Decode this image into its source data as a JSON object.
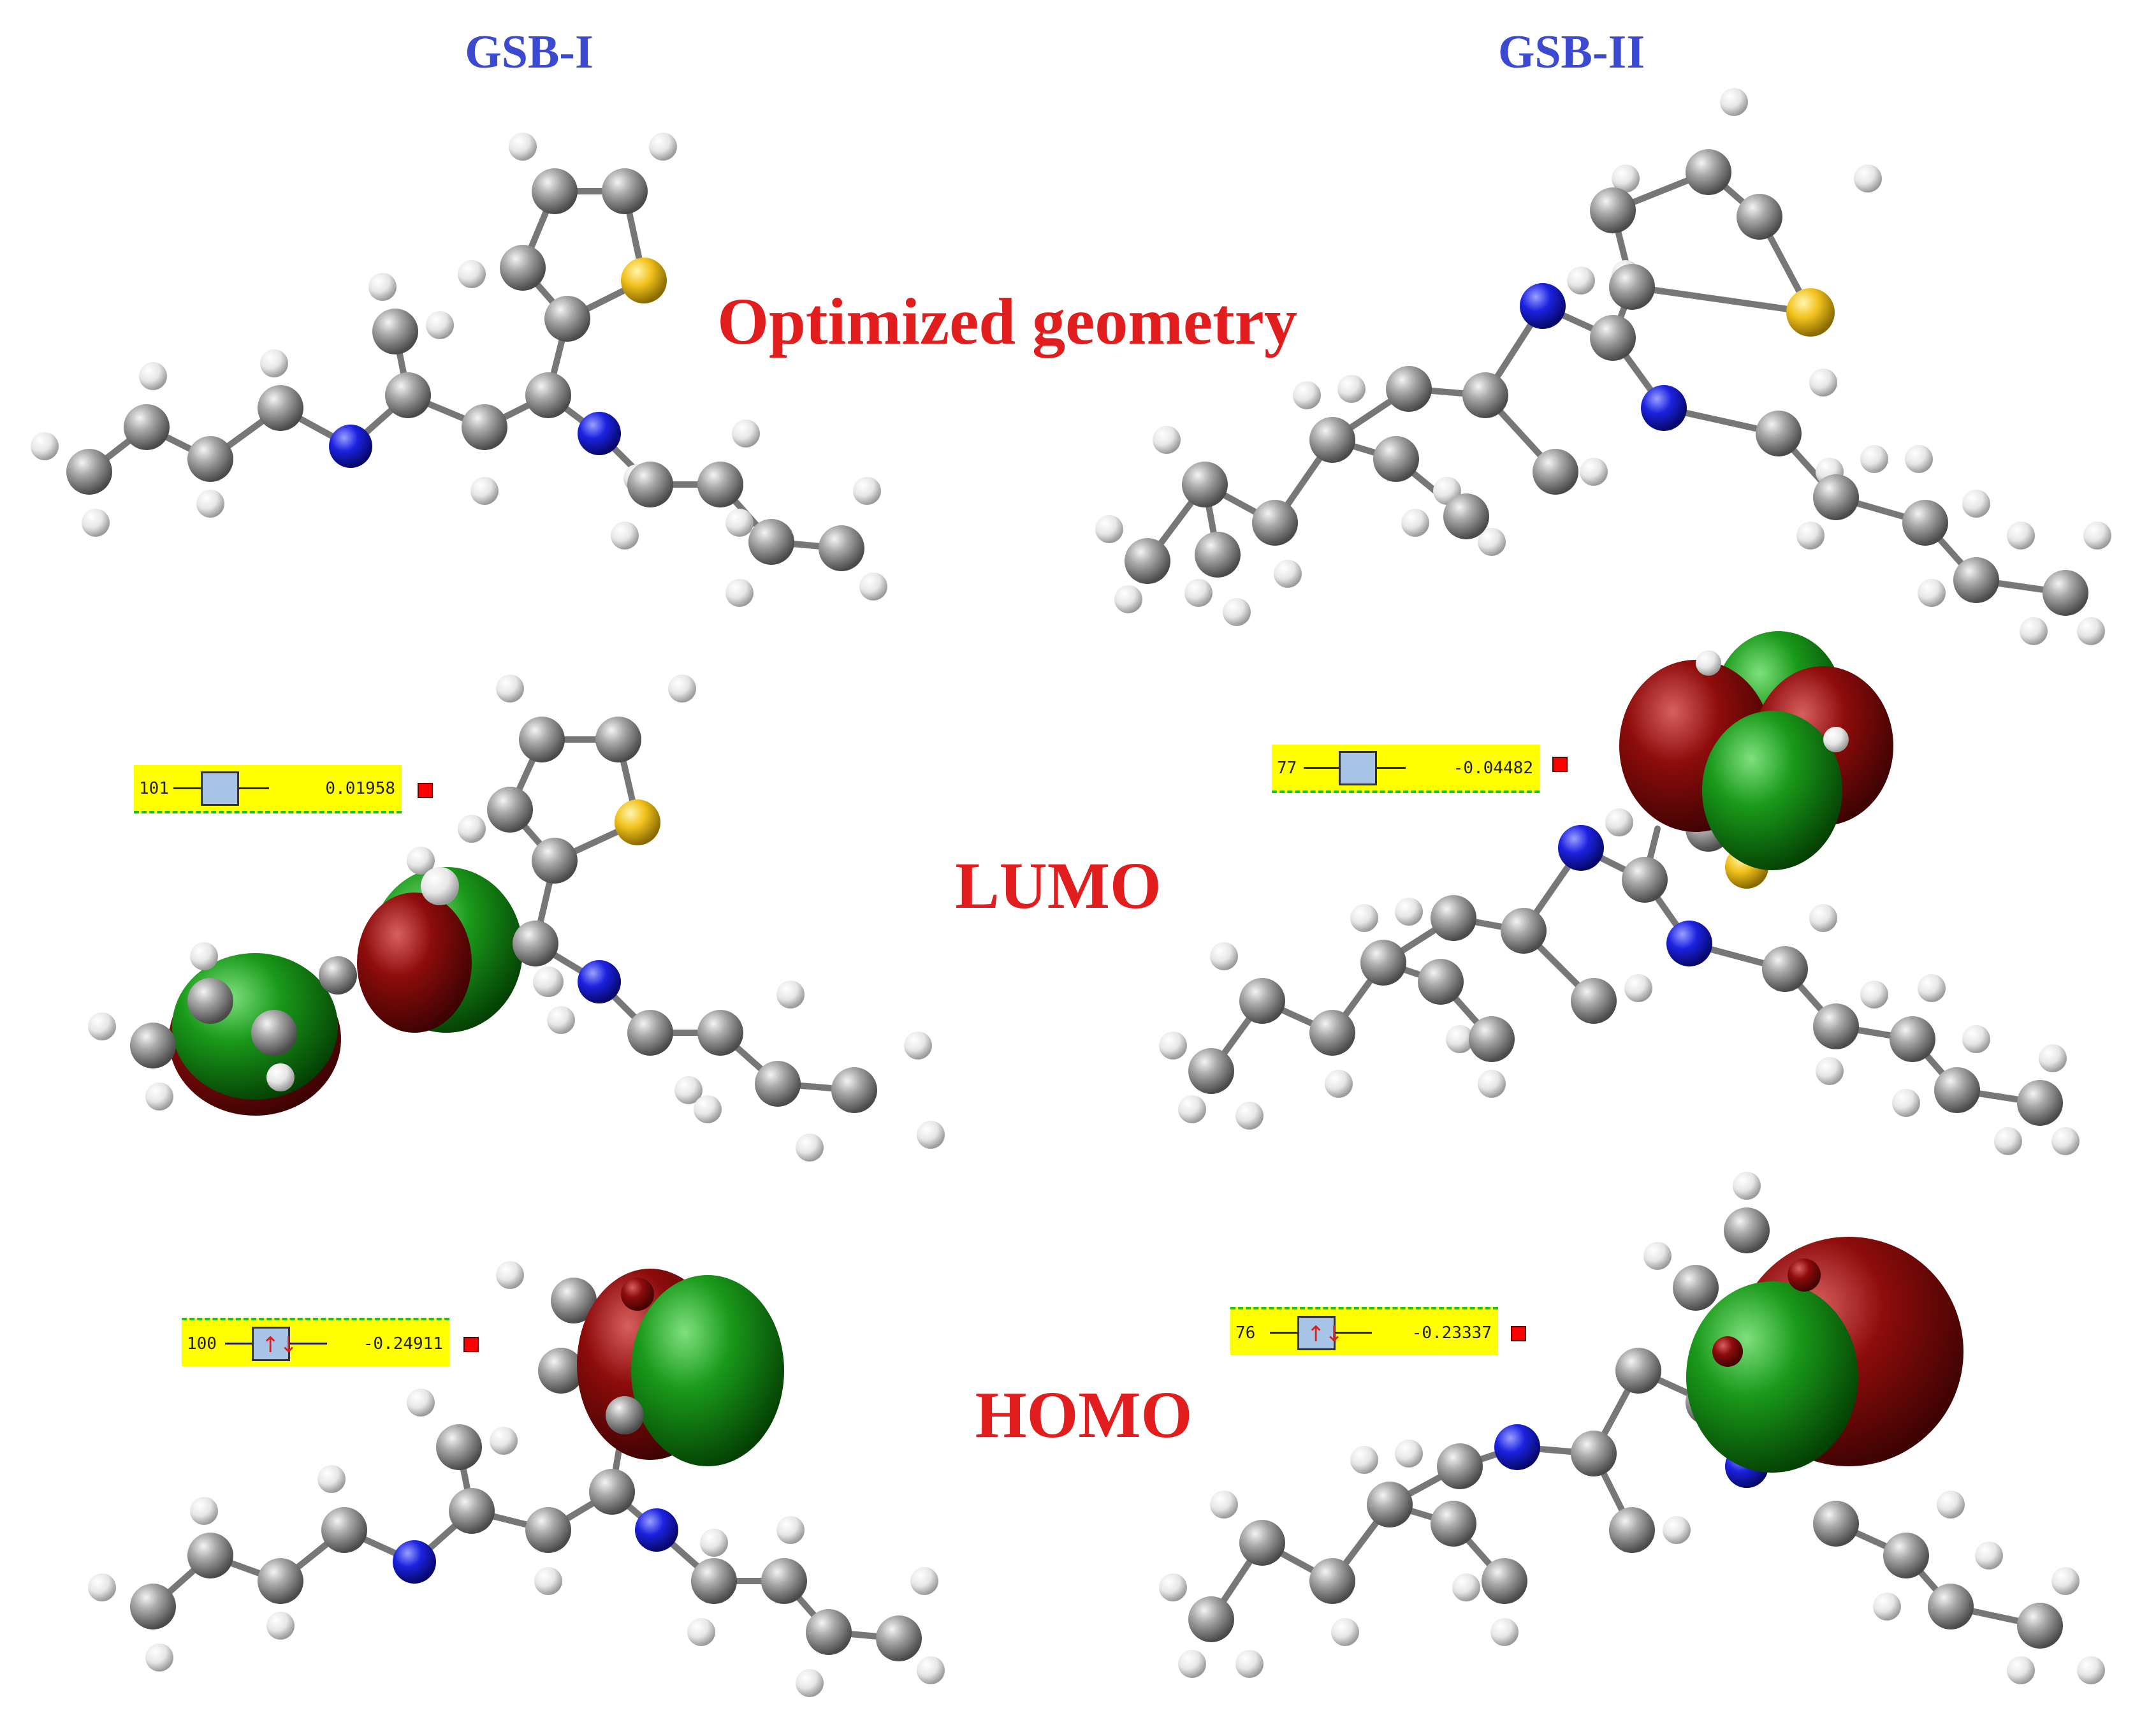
{
  "columns": {
    "left_title": "GSB-I",
    "right_title": "GSB-II"
  },
  "rows": {
    "optimized_label": "Optimized geometry",
    "lumo_label": "LUMO",
    "homo_label": "HOMO"
  },
  "orbital_panels": {
    "gsb1_lumo": {
      "number": "101",
      "energy": "0.01958"
    },
    "gsb2_lumo": {
      "number": "77",
      "energy": "-0.04482"
    },
    "gsb1_homo": {
      "number": "100",
      "energy": "-0.24911"
    },
    "gsb2_homo": {
      "number": "76",
      "energy": "-0.23337"
    }
  },
  "colors": {
    "title_blue": "#3b4ad0",
    "label_red": "#e11d1d",
    "carbon": "#8c8c8c",
    "hydrogen": "#e8e8e8",
    "nitrogen": "#1a1adc",
    "sulfur": "#f2c21d",
    "lobe_green": "#0a8a12",
    "lobe_red": "#8a0a0a",
    "panel_yellow": "#ffff00"
  }
}
